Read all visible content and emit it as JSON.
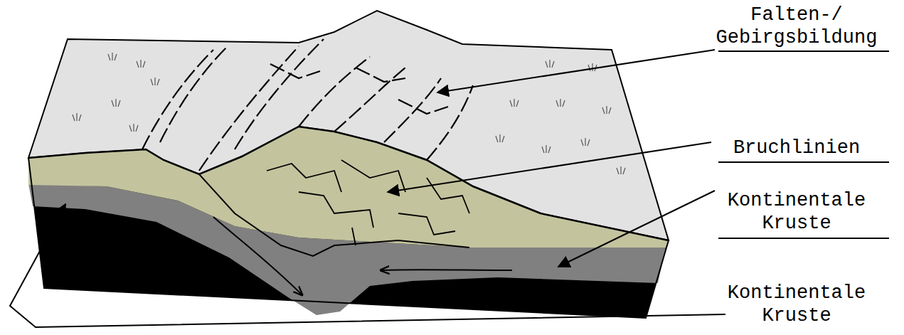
{
  "diagram": {
    "labels": [
      "Falten-/ Gebirgsbildung",
      "Bruchlinien",
      "Kontinentale Kruste",
      "Kontinentale Kruste"
    ]
  }
}
